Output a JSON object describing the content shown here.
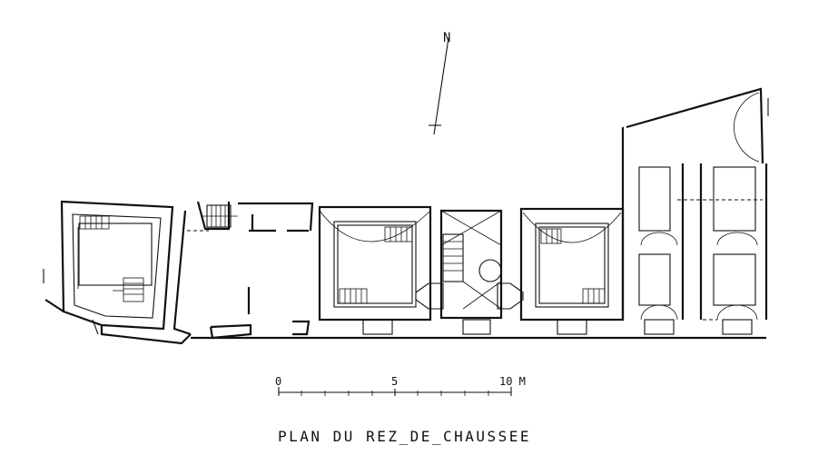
{
  "title": "PLAN DU REZ_DE_CHAUSSEE",
  "north_label": "N",
  "scale": {
    "ticks": [
      "0",
      "5",
      "10 M"
    ]
  }
}
